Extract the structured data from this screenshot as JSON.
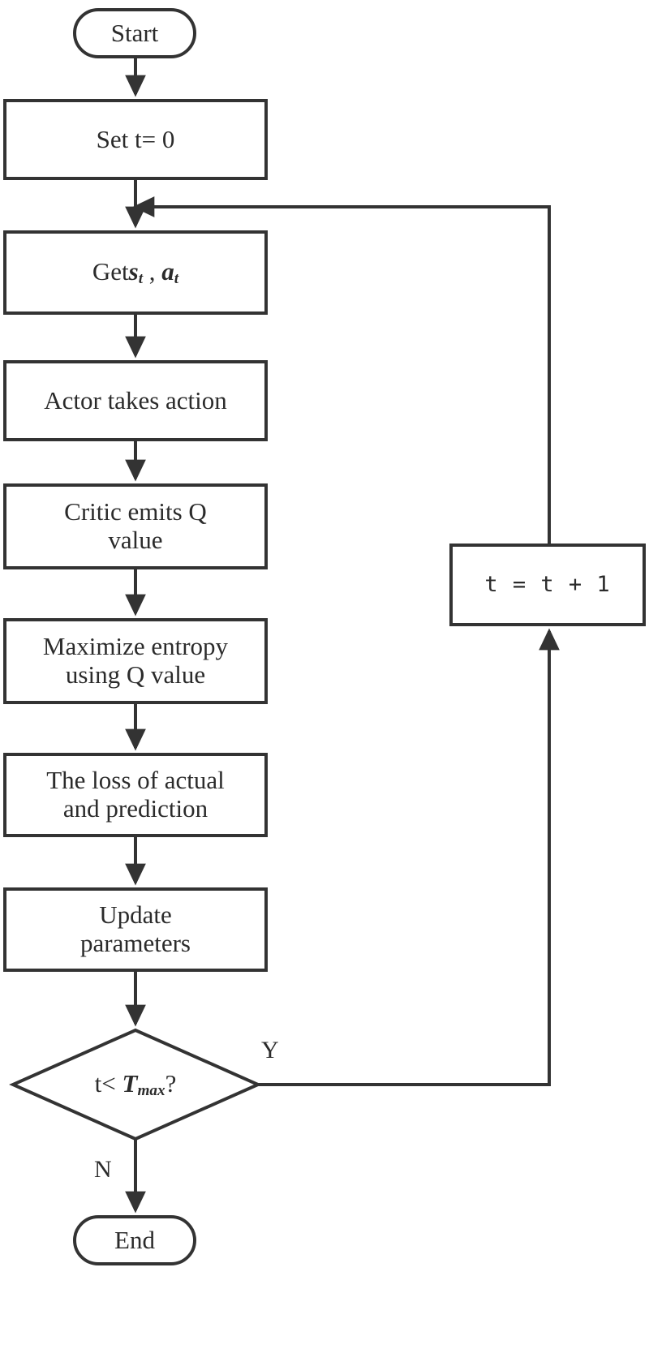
{
  "diagram": {
    "title": "Soft Actor-Critic training loop flowchart",
    "type": "flowchart",
    "colors": {
      "stroke": "#333333",
      "fill": "#ffffff",
      "text": "#2b2b2b",
      "background": "#ffffff"
    },
    "nodes": [
      {
        "id": "start",
        "shape": "terminal",
        "label": "Start"
      },
      {
        "id": "set_t",
        "shape": "process",
        "label": "Set t= 0"
      },
      {
        "id": "get_sa",
        "shape": "process",
        "label": "Get s_t , a_t",
        "label_prefix": "Get",
        "sym1": "s",
        "sym1_sub": "t",
        "sep": " , ",
        "sym2": "a",
        "sym2_sub": "t"
      },
      {
        "id": "actor",
        "shape": "process",
        "label": "Actor takes action"
      },
      {
        "id": "critic",
        "shape": "process",
        "label": "Critic emits Q\nvalue"
      },
      {
        "id": "entropy",
        "shape": "process",
        "label": "Maximize entropy\nusing Q value"
      },
      {
        "id": "loss",
        "shape": "process",
        "label": "The loss of actual\nand prediction"
      },
      {
        "id": "update",
        "shape": "process",
        "label": "Update\nparameters"
      },
      {
        "id": "decision",
        "shape": "decision",
        "label": "t< T_max?",
        "label_prefix": "t< ",
        "sym1": "T",
        "sym1_sub": "max",
        "suffix": "?"
      },
      {
        "id": "increment",
        "shape": "process",
        "label": "t = t + 1"
      },
      {
        "id": "end",
        "shape": "terminal",
        "label": "End"
      }
    ],
    "branch_labels": {
      "yes": "Y",
      "no": "N"
    },
    "edges": [
      {
        "from": "start",
        "to": "set_t",
        "label": ""
      },
      {
        "from": "set_t",
        "to": "get_sa",
        "label": ""
      },
      {
        "from": "get_sa",
        "to": "actor",
        "label": ""
      },
      {
        "from": "actor",
        "to": "critic",
        "label": ""
      },
      {
        "from": "critic",
        "to": "entropy",
        "label": ""
      },
      {
        "from": "entropy",
        "to": "loss",
        "label": ""
      },
      {
        "from": "loss",
        "to": "update",
        "label": ""
      },
      {
        "from": "update",
        "to": "decision",
        "label": ""
      },
      {
        "from": "decision",
        "to": "increment",
        "label": "Y"
      },
      {
        "from": "increment",
        "to": "get_sa",
        "label": ""
      },
      {
        "from": "decision",
        "to": "end",
        "label": "N"
      }
    ]
  }
}
